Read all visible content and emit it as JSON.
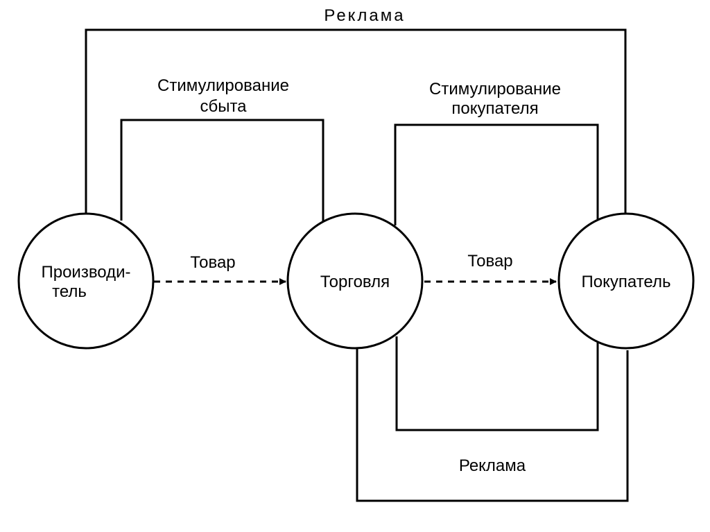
{
  "nodes": {
    "producer": [
      "Производи-",
      "тель"
    ],
    "trade": "Торговля",
    "buyer": "Покупатель"
  },
  "labels": {
    "top_advertising": "Реклама",
    "sales_promotion": [
      "Стимулирование",
      "сбыта"
    ],
    "buyer_promotion": [
      "Стимулирование",
      "покупателя"
    ],
    "goods_1": "Товар",
    "goods_2": "Товар",
    "bottom_advertising": "Реклама"
  }
}
